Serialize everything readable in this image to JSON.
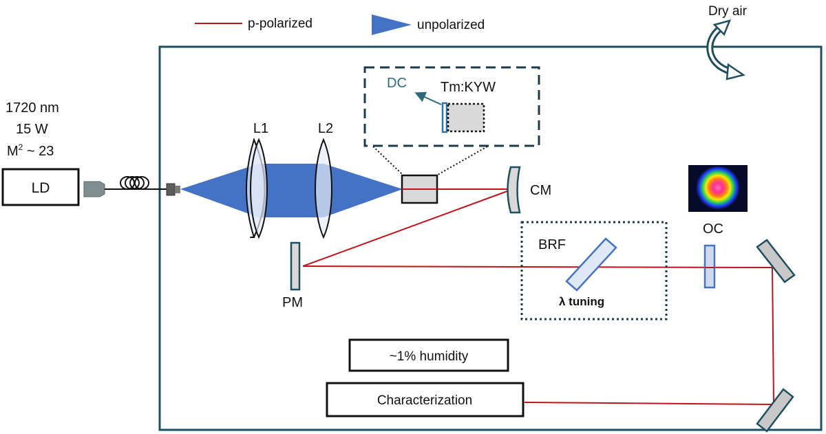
{
  "legend": {
    "p_polarized": "p-polarized",
    "unpolarized": "unpolarized"
  },
  "source": {
    "wavelength": "1720 nm",
    "power": "15 W",
    "m2_prefix": "M",
    "m2_sup": "2",
    "m2_suffix": " ~ 23",
    "ld_label": "LD"
  },
  "labels": {
    "dry_air": "Dry air",
    "l1": "L1",
    "l2": "L2",
    "dc": "DC",
    "crystal": "Tm:KYW",
    "cm": "CM",
    "pm": "PM",
    "brf": "BRF",
    "tuning": "λ tuning",
    "oc": "OC",
    "humidity": "~1% humidity",
    "characterization": "Characterization"
  },
  "colors": {
    "laser": "#c0141a",
    "pump": "#4472c4",
    "frame": "#1f4e5f",
    "optic_edge": "#2e75a0",
    "optic_fill": "#d9d9d9",
    "lens_fill": "#cfd9ec",
    "beam_fill": "#dfe8f6"
  }
}
